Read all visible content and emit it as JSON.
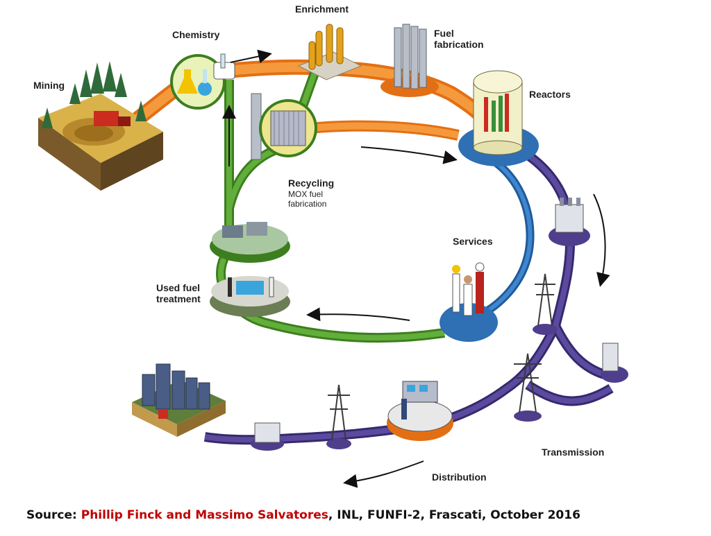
{
  "labels": {
    "mining": "Mining",
    "chemistry": "Chemistry",
    "enrichment": "Enrichment",
    "fuel_fabrication_1": "Fuel",
    "fuel_fabrication_2": "fabrication",
    "reactors": "Reactors",
    "recycling": "Recycling",
    "mox_1": "MOX fuel",
    "mox_2": "fabrication",
    "services": "Services",
    "used_fuel_1": "Used fuel",
    "used_fuel_2": "treatment",
    "transmission": "Transmission",
    "distribution": "Distribution"
  },
  "source": {
    "prefix": "Source: ",
    "authors": "Phillip Finck and Massimo Salvatores",
    "suffix": ", INL, FUNFI-2, Frascati, October 2016"
  },
  "colors": {
    "front_end_loop": "#f08a24",
    "recycle_loop": "#4f9a2c",
    "reactor_ring": "#2f6fb4",
    "grid_loop": "#4f3e8c",
    "source_authors": "#c00000"
  }
}
